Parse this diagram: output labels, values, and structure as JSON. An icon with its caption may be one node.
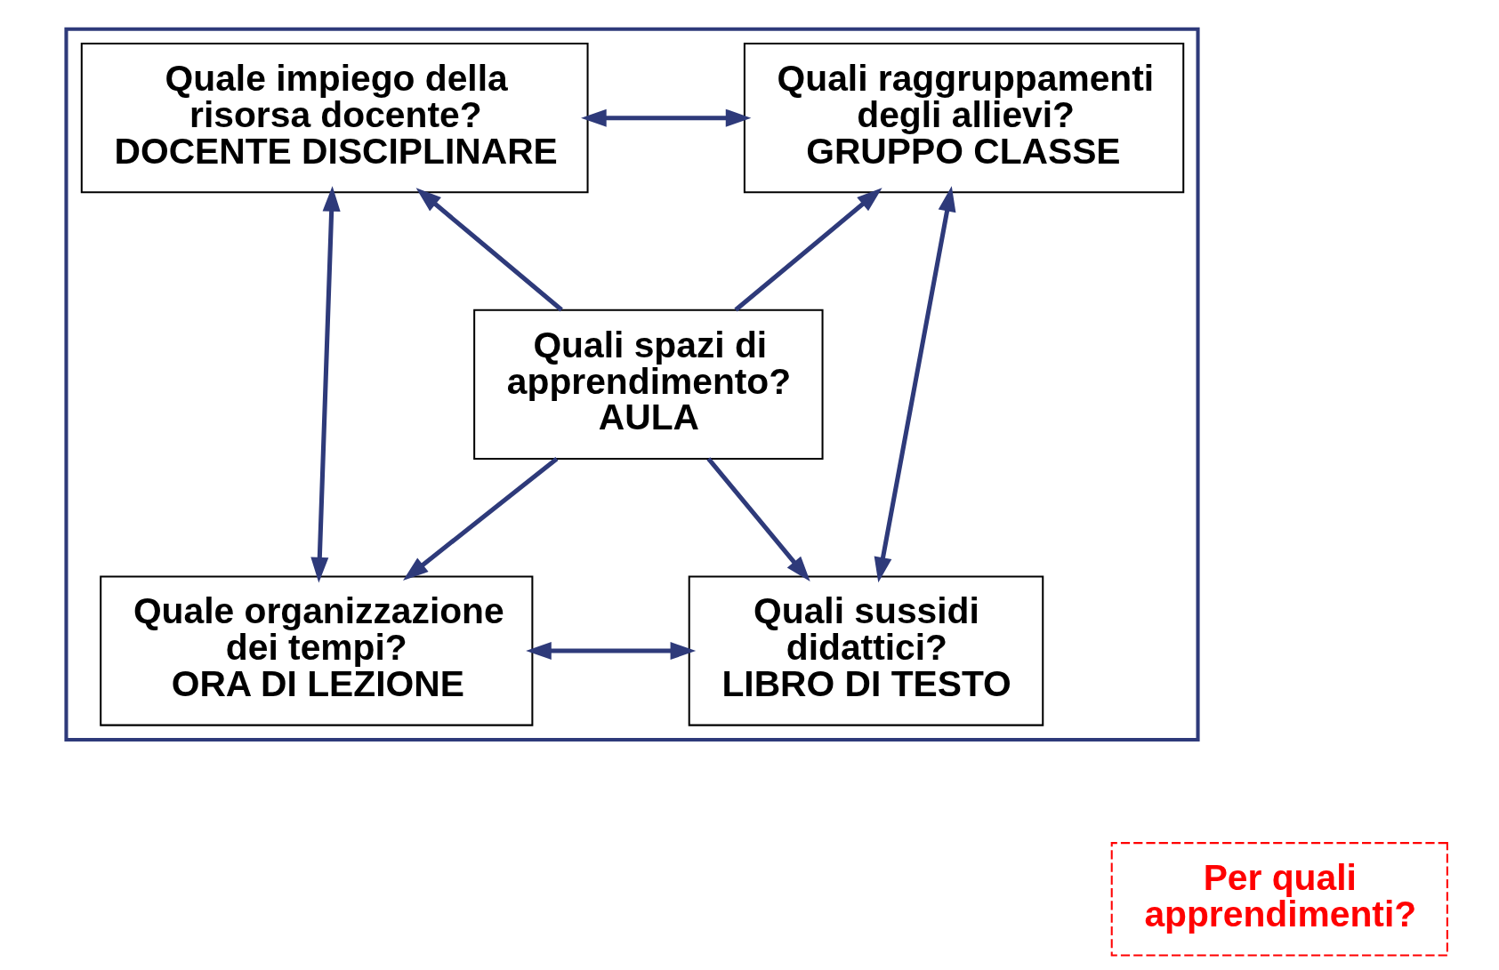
{
  "diagram": {
    "nodes": [
      {
        "text": [],
        "shape": "box"
      },
      {
        "text": [
          "Quale impiego della risorsa docente?",
          "DOCENTE DISCIPLINARE"
        ],
        "in": 0
      },
      {
        "text": [
          "Quali raggruppamenti degli allievi?",
          "GRUPPO CLASSE"
        ],
        "in": 0
      },
      {
        "text": [
          "Quali spazi di apprendimento?",
          "AULA"
        ],
        "in": 0
      },
      {
        "text": [
          "Quale organizzazione dei tempi?",
          "ORA DI LEZIONE"
        ],
        "in": 0
      },
      {
        "text": [
          "Quali sussidi didattici?",
          "LIBRO DI TESTO"
        ],
        "in": 0
      },
      {
        "text": [
          "Per quali apprendimenti?"
        ]
      }
    ],
    "edges": [
      {
        "from": 1,
        "to": 2,
        "arrow": "both"
      },
      {
        "from": 3,
        "to": 1,
        "arrow": "to"
      },
      {
        "from": 3,
        "to": 2,
        "arrow": "to"
      },
      {
        "from": 1,
        "to": 4,
        "arrow": "both"
      },
      {
        "from": 2,
        "to": 5,
        "arrow": "both"
      },
      {
        "from": 3,
        "to": 4,
        "arrow": "to"
      },
      {
        "from": 3,
        "to": 5,
        "arrow": "to"
      },
      {
        "from": 4,
        "to": 5,
        "arrow": "both"
      }
    ]
  }
}
